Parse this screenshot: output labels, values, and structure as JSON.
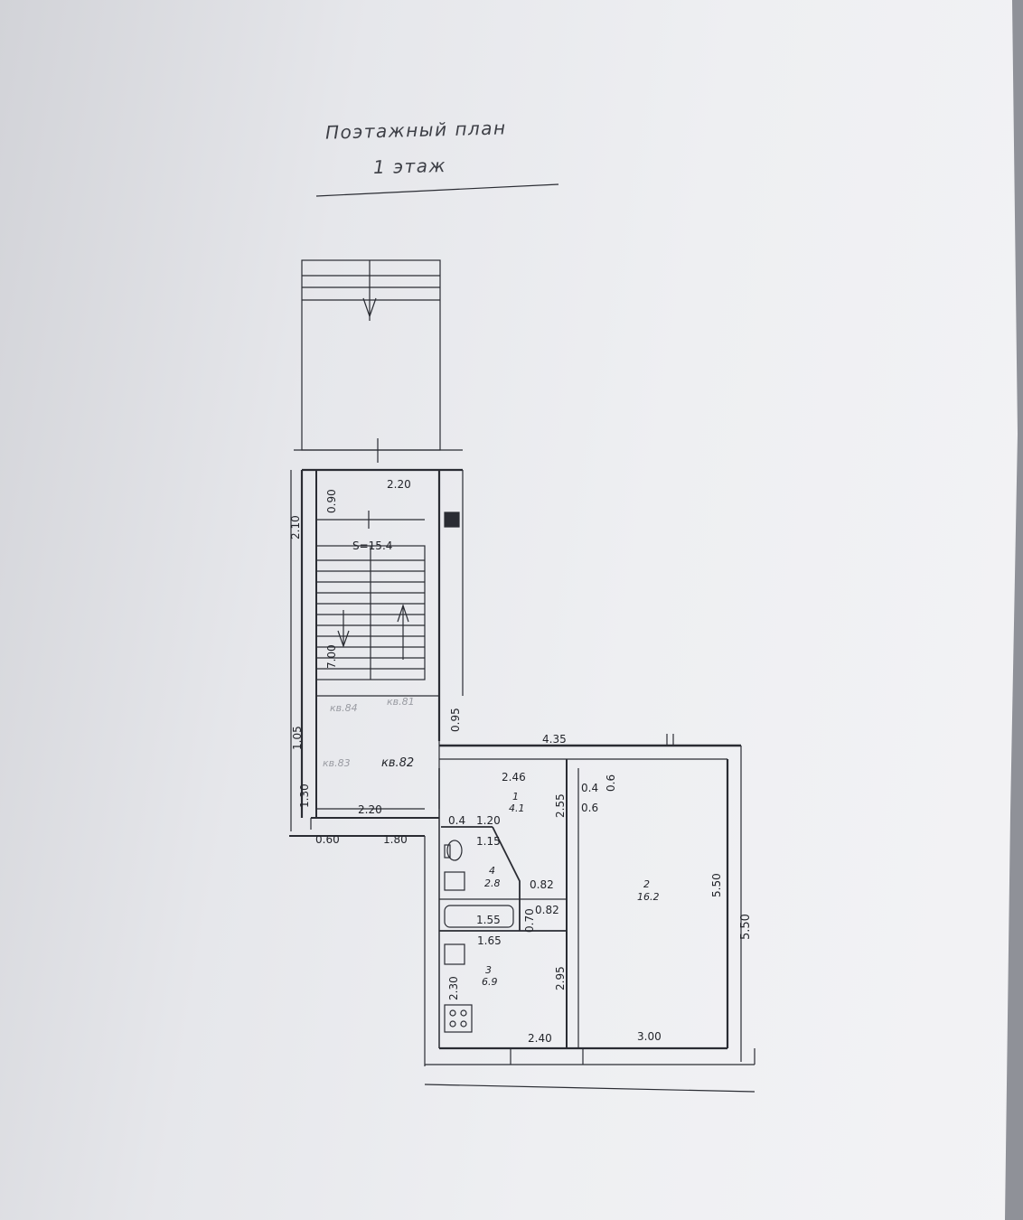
{
  "header": {
    "title": "Поэтажный план",
    "floor": "1 этаж"
  },
  "stair": {
    "area": "S=15.4",
    "width_top": "2.20",
    "width_bottom": "2.20",
    "landing_depth": "0.90",
    "side_left": "2.10",
    "length": "7.00",
    "left_lower": "1.05",
    "left_bottom": "1.30",
    "right_lower": "0.95",
    "apt_labels": [
      "кв.84",
      "кв.81",
      "кв.83",
      "кв.82"
    ],
    "apt_82": "кв.82"
  },
  "rooms": [
    {
      "number": "1",
      "area": "4.1"
    },
    {
      "number": "2",
      "area": "16.2"
    },
    {
      "number": "3",
      "area": "6.9"
    },
    {
      "number": "4",
      "area": "2.8"
    }
  ],
  "dimensions": {
    "top_total": "4.35",
    "hall_width": "2.46",
    "hall_depth": "2.55",
    "hall_bath_wall": "1.20",
    "hall_small": "0.4",
    "niche_a": "0.4",
    "niche_b": "0.6",
    "niche_c": "0.6",
    "bath_width": "1.15",
    "bath_tub": "1.55",
    "bath_side_a": "0.82",
    "bath_side_b": "0.82",
    "bath_side_c": "0.70",
    "kitchen_width": "1.65",
    "kitchen_depth": "2.30",
    "kitchen_partition": "2.95",
    "kitchen_bottom": "2.40",
    "room2_bottom": "3.00",
    "room2_inner": "5.50",
    "room2_outer": "5.50",
    "lower_left_a": "0.60",
    "lower_left_b": "1.80"
  }
}
